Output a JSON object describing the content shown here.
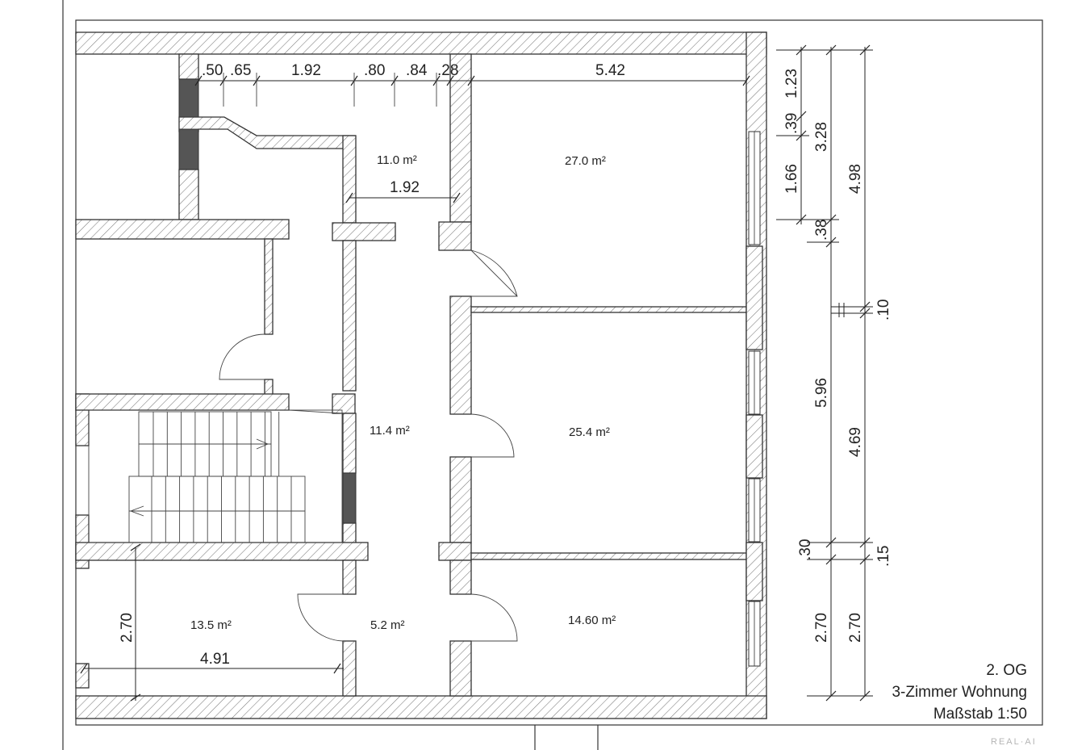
{
  "areas": {
    "corridor_top": "11.0 m²",
    "room_top_right": "27.0 m²",
    "corridor_mid": "11.4 m²",
    "room_mid_right": "25.4 m²",
    "room_bottom_left": "13.5 m²",
    "corridor_bottom": "5.2 m²",
    "room_bottom_right": "14.60 m²"
  },
  "dimensions": {
    "top_50": ".50",
    "top_65": ".65",
    "top_192": "1.92",
    "top_80": ".80",
    "top_84": ".84",
    "top_28": ".28",
    "top_542": "5.42",
    "corridor_width": "1.92",
    "left_270": "2.70",
    "bottom_491": "4.91",
    "r1_123": "1.23",
    "r1_39": ".39",
    "r1_166": "1.66",
    "r1_38": ".38",
    "r1_596": "5.96",
    "r1_30": ".30",
    "r1_270": "2.70",
    "r2_328": "3.28",
    "r2_469": "4.69",
    "r3_498": "4.98",
    "r3_10": ".10",
    "r3_15": ".15",
    "r3_270": "2.70"
  },
  "title_block": {
    "floor": "2. OG",
    "unit": "3-Zimmer Wohnung",
    "scale": "Maßstab 1:50"
  },
  "watermark": "REAL·AI"
}
